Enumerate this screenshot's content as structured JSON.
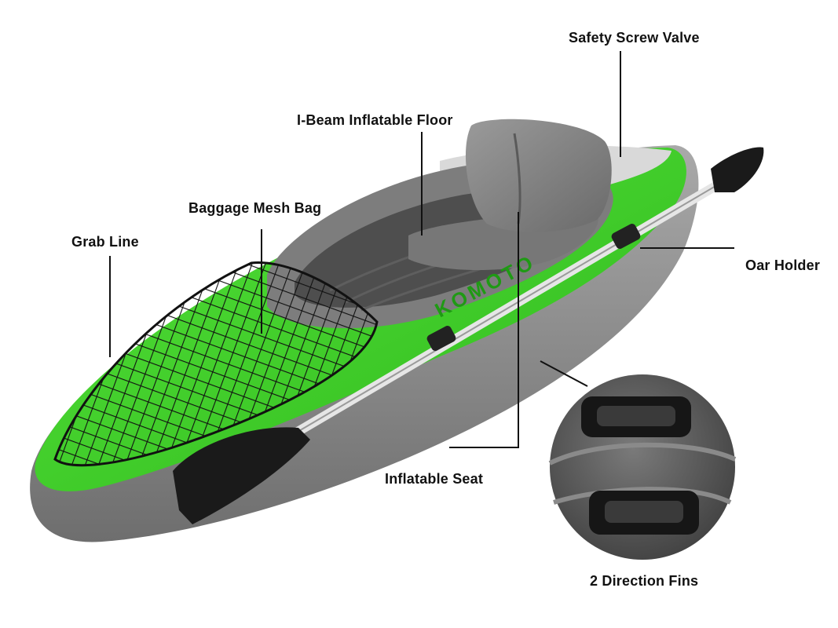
{
  "colors": {
    "hull_green": "#3fd12b",
    "hull_dark_green": "#1f9a14",
    "tube_gray": "#8f8f8f",
    "tube_dark_gray": "#5d5d5d",
    "paddle_black": "#1a1a1a",
    "label_text": "#111111"
  },
  "labels": {
    "safety_valve": "Safety Screw Valve",
    "floor": "I-Beam Inflatable Floor",
    "mesh_bag": "Baggage Mesh Bag",
    "grab_line": "Grab Line",
    "oar_holder": "Oar Holder",
    "seat": "Inflatable Seat",
    "fins": "2 Direction Fins"
  },
  "hull_lettering": "KOMOTO"
}
